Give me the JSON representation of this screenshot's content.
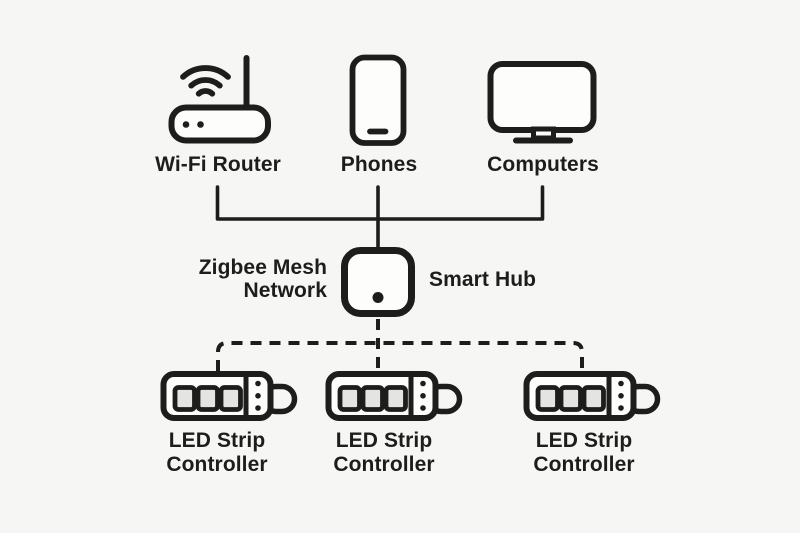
{
  "colors": {
    "background": "#f6f6f4",
    "ink": "#1d1d1b",
    "led_fill": "#e4e4e2",
    "device_fill": "#fdfdfc"
  },
  "top_devices": [
    {
      "label": "Wi-Fi Router",
      "icon": "wifi-router-icon"
    },
    {
      "label": "Phones",
      "icon": "smartphone-icon"
    },
    {
      "label": "Computers",
      "icon": "computer-monitor-icon"
    }
  ],
  "hub": {
    "label": "Smart Hub",
    "icon": "smart-hub-icon",
    "network_label": {
      "line1": "Zigbee Mesh",
      "line2": "Network"
    }
  },
  "controllers": [
    {
      "line1": "LED Strip",
      "line2": "Controller",
      "icon": "led-strip-controller-icon"
    },
    {
      "line1": "LED Strip",
      "line2": "Controller",
      "icon": "led-strip-controller-icon"
    },
    {
      "line1": "LED Strip",
      "line2": "Controller",
      "icon": "led-strip-controller-icon"
    }
  ],
  "connections": {
    "top_devices_to_hub": "solid",
    "hub_to_controllers": "dashed"
  }
}
